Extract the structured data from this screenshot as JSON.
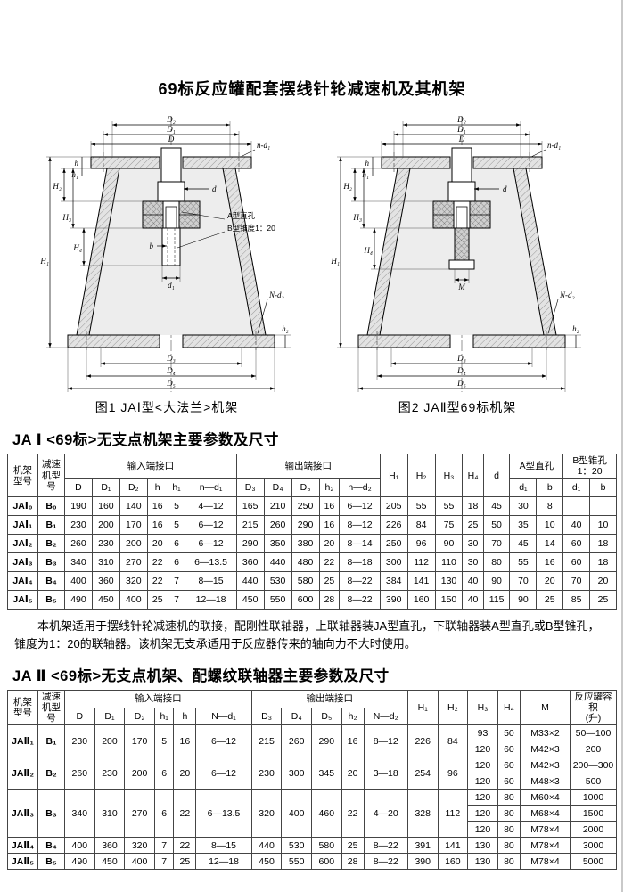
{
  "page": {
    "title": "69标反应罐配套摆线针轮减速机及其机架"
  },
  "figures": {
    "labels": {
      "D": "D",
      "D1": "D₁",
      "D2": "D₂",
      "D3": "D₃",
      "D4": "D₄",
      "D5": "D₅",
      "H1": "H₁",
      "H2": "H₂",
      "H3": "H₃",
      "H4": "H₄",
      "h": "h",
      "h1": "h₁",
      "h2": "h₂",
      "d": "d",
      "d1": "d₁",
      "b": "b",
      "M": "M",
      "n_d1": "n-d₁",
      "N_d2": "N-d₂",
      "a_hole": "A型直孔",
      "b_taper": "B型锥度1：20"
    },
    "fig1": {
      "caption": "图1  JAⅠ型<大法兰>机架"
    },
    "fig2": {
      "caption": "图2  JAⅡ型69标机架"
    }
  },
  "section1": {
    "heading": "JA Ⅰ <69标>无支点机架主要参数及尺寸",
    "table": {
      "head": {
        "frame_model": "机架型号",
        "reducer_model": "减速机型号",
        "input_group": "输入端接口",
        "output_group": "输出端接口",
        "input_cols": [
          "D",
          "D₁",
          "D₂",
          "h",
          "h₁",
          "n—d₁"
        ],
        "output_cols": [
          "D₃",
          "D₄",
          "D₅",
          "h₂",
          "n—d₂"
        ],
        "mid_cols": [
          "H₁",
          "H₂",
          "H₃",
          "H₄",
          "d"
        ],
        "a_group": "A型直孔",
        "a_cols": [
          "d₁",
          "b"
        ],
        "b_group_line1": "B型锥孔",
        "b_group_line2": "1：20",
        "b_cols": [
          "d₁",
          "b"
        ]
      },
      "rows": [
        {
          "model": "JAⅠ₀",
          "reducer": "B₀",
          "cells": [
            "190",
            "160",
            "140",
            "16",
            "5",
            "4—12",
            "165",
            "210",
            "250",
            "16",
            "6—12",
            "205",
            "55",
            "55",
            "18",
            "45",
            "30",
            "8",
            "",
            ""
          ]
        },
        {
          "model": "JAⅠ₁",
          "reducer": "B₁",
          "cells": [
            "230",
            "200",
            "170",
            "16",
            "5",
            "6—12",
            "215",
            "260",
            "290",
            "16",
            "8—12",
            "226",
            "84",
            "75",
            "25",
            "50",
            "35",
            "10",
            "40",
            "10"
          ]
        },
        {
          "model": "JAⅠ₂",
          "reducer": "B₂",
          "cells": [
            "260",
            "230",
            "200",
            "20",
            "6",
            "6—12",
            "290",
            "350",
            "380",
            "20",
            "8—14",
            "250",
            "96",
            "90",
            "30",
            "70",
            "45",
            "14",
            "60",
            "18"
          ]
        },
        {
          "model": "JAⅠ₃",
          "reducer": "B₃",
          "cells": [
            "340",
            "310",
            "270",
            "22",
            "6",
            "6—13.5",
            "360",
            "440",
            "480",
            "22",
            "8—18",
            "300",
            "112",
            "110",
            "30",
            "80",
            "55",
            "16",
            "60",
            "18"
          ]
        },
        {
          "model": "JAⅠ₄",
          "reducer": "B₄",
          "cells": [
            "400",
            "360",
            "320",
            "22",
            "7",
            "8—15",
            "440",
            "530",
            "580",
            "25",
            "8—22",
            "384",
            "141",
            "130",
            "40",
            "90",
            "70",
            "20",
            "70",
            "20"
          ]
        },
        {
          "model": "JAⅠ₅",
          "reducer": "B₅",
          "cells": [
            "490",
            "450",
            "400",
            "25",
            "7",
            "12—18",
            "450",
            "550",
            "600",
            "28",
            "8—22",
            "390",
            "160",
            "150",
            "40",
            "115",
            "90",
            "25",
            "85",
            "25"
          ]
        }
      ]
    },
    "note": "本机架适用于摆线针轮减速机的联接，配刚性联轴器，上联轴器装JA型直孔，下联轴器装A型直孔或B型锥孔，锥度为1：20的联轴器。该机架无支承适用于反应器传来的轴向力不大时使用。"
  },
  "section2": {
    "heading": "JA Ⅱ <69标>无支点机架、配螺纹联轴器主要参数及尺寸",
    "table": {
      "head": {
        "frame_model": "机架型号",
        "reducer_model": "减速机型号",
        "input_group": "输入端接口",
        "output_group": "输出端接口",
        "input_cols": [
          "D",
          "D₁",
          "D₂",
          "h₁",
          "h",
          "N—d₁"
        ],
        "output_cols": [
          "D₃",
          "D₄",
          "D₅",
          "h₂",
          "N—d₂"
        ],
        "mid_cols": [
          "H₁",
          "H₂",
          "H₃",
          "H₄"
        ],
        "m_col": "M",
        "volume_line1": "反应罐容积",
        "volume_line2": "(升)"
      },
      "groups": [
        {
          "model": "JAⅡ₁",
          "reducer": "B₁",
          "main": [
            "230",
            "200",
            "170",
            "5",
            "16",
            "6—12",
            "215",
            "260",
            "290",
            "16",
            "8—12",
            "226",
            "84"
          ],
          "subs": [
            [
              "93",
              "50",
              "M33×2",
              "50—100"
            ],
            [
              "120",
              "60",
              "M42×3",
              "200"
            ]
          ]
        },
        {
          "model": "JAⅡ₂",
          "reducer": "B₂",
          "main": [
            "260",
            "230",
            "200",
            "6",
            "20",
            "6—12",
            "230",
            "300",
            "345",
            "20",
            "3—18",
            "254",
            "96"
          ],
          "subs": [
            [
              "120",
              "60",
              "M42×3",
              "200—300"
            ],
            [
              "120",
              "60",
              "M48×3",
              "500"
            ]
          ]
        },
        {
          "model": "JAⅡ₃",
          "reducer": "B₃",
          "main": [
            "340",
            "310",
            "270",
            "6",
            "22",
            "6—13.5",
            "320",
            "400",
            "460",
            "22",
            "4—20",
            "328",
            "112"
          ],
          "subs": [
            [
              "120",
              "80",
              "M60×4",
              "1000"
            ],
            [
              "120",
              "80",
              "M68×4",
              "1500"
            ],
            [
              "120",
              "80",
              "M78×4",
              "2000"
            ]
          ]
        },
        {
          "model": "JAⅡ₄",
          "reducer": "B₄",
          "main": [
            "400",
            "360",
            "320",
            "7",
            "22",
            "8—15",
            "440",
            "530",
            "580",
            "25",
            "8—22",
            "391",
            "141"
          ],
          "subs": [
            [
              "130",
              "80",
              "M78×4",
              "3000"
            ]
          ]
        },
        {
          "model": "JAⅡ₅",
          "reducer": "B₅",
          "main": [
            "490",
            "450",
            "400",
            "7",
            "25",
            "12—18",
            "450",
            "550",
            "600",
            "28",
            "8—22",
            "390",
            "160"
          ],
          "subs": [
            [
              "130",
              "80",
              "M78×4",
              "5000"
            ]
          ]
        }
      ]
    }
  }
}
